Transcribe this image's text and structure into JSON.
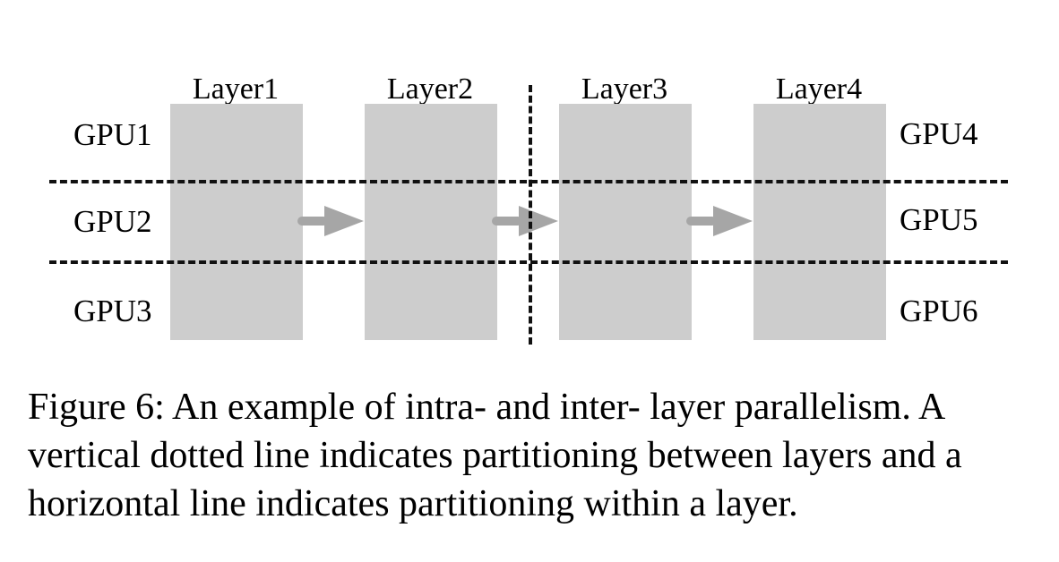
{
  "figure": {
    "layers": [
      "Layer1",
      "Layer2",
      "Layer3",
      "Layer4"
    ],
    "gpus_left": [
      "GPU1",
      "GPU2",
      "GPU3"
    ],
    "gpus_right": [
      "GPU4",
      "GPU5",
      "GPU6"
    ],
    "colors": {
      "layer_fill": "#cdcdcd",
      "arrow": "#a6a6a6",
      "partition_line": "#111111"
    },
    "icons": {
      "arrow": "right-arrow-icon"
    }
  },
  "caption": {
    "text": "Figure 6: An example of intra- and inter- layer parallelism. A vertical dotted line indicates partitioning between layers and a horizontal line indicates partitioning within a layer."
  }
}
